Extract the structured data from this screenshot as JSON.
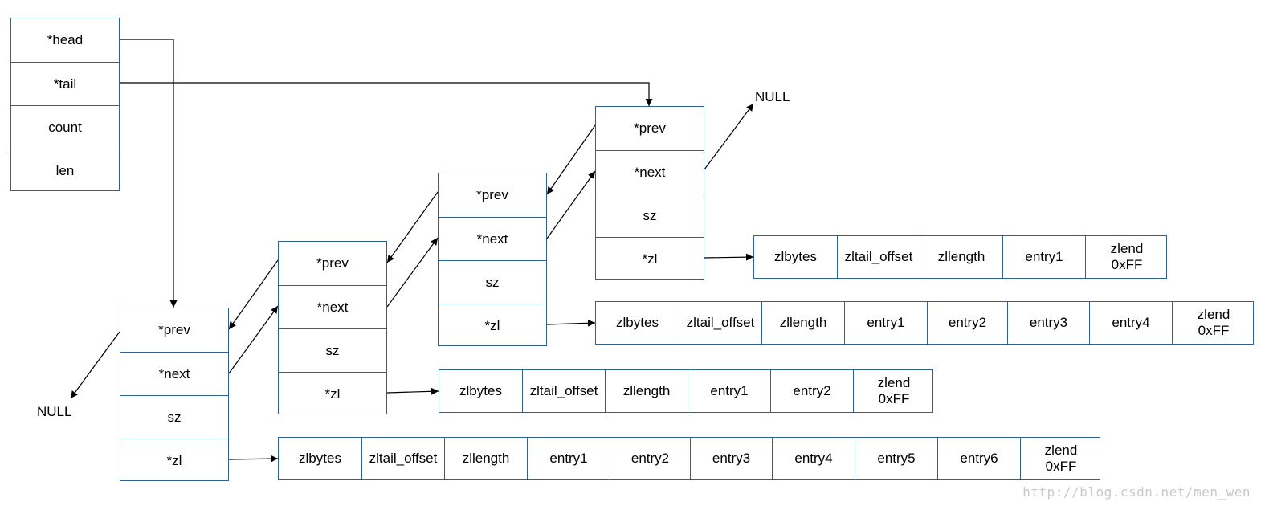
{
  "list_header": {
    "fields": [
      "*head",
      "*tail",
      "count",
      "len"
    ]
  },
  "nodes": [
    {
      "fields": [
        "*prev",
        "*next",
        "sz",
        "*zl"
      ],
      "ziplist": [
        "zlbytes",
        "zltail_offset",
        "zllength",
        "entry1",
        "entry2",
        "entry3",
        "entry4",
        "entry5",
        "entry6",
        "zlend\n0xFF"
      ]
    },
    {
      "fields": [
        "*prev",
        "*next",
        "sz",
        "*zl"
      ],
      "ziplist": [
        "zlbytes",
        "zltail_offset",
        "zllength",
        "entry1",
        "entry2",
        "zlend\n0xFF"
      ]
    },
    {
      "fields": [
        "*prev",
        "*next",
        "sz",
        "*zl"
      ],
      "ziplist": [
        "zlbytes",
        "zltail_offset",
        "zllength",
        "entry1",
        "entry2",
        "entry3",
        "entry4",
        "zlend\n0xFF"
      ]
    },
    {
      "fields": [
        "*prev",
        "*next",
        "sz",
        "*zl"
      ],
      "ziplist": [
        "zlbytes",
        "zltail_offset",
        "zllength",
        "entry1",
        "zlend\n0xFF"
      ]
    }
  ],
  "null_labels": {
    "head_prev": "NULL",
    "tail_next": "NULL"
  },
  "watermark": "http://blog.csdn.net/men_wen",
  "colors": {
    "border": "#2e5f95",
    "arrow": "#000000",
    "watermark": "#c9c9c9"
  }
}
